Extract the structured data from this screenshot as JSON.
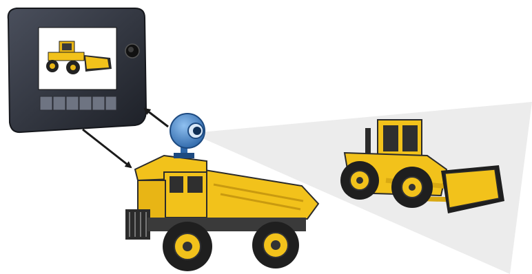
{
  "diagram": {
    "elements": [
      {
        "id": "display-monitor",
        "kind": "in-cab display screen showing bulldozer feed",
        "icon": "monitor-icon"
      },
      {
        "id": "display-screen",
        "kind": "live camera image",
        "icon": "bulldozer-icon"
      },
      {
        "id": "monitor-buttons",
        "kind": "row of six soft keys",
        "count": 6
      },
      {
        "id": "monitor-knob",
        "kind": "rotary control knob",
        "icon": "knob-icon"
      },
      {
        "id": "camera",
        "kind": "roof-mounted camera",
        "icon": "camera-icon"
      },
      {
        "id": "camera-view-cone",
        "kind": "camera field of view"
      },
      {
        "id": "dump-truck",
        "kind": "haul truck carrying the camera",
        "icon": "dump-truck-icon"
      },
      {
        "id": "bulldozer",
        "kind": "wheel dozer in camera view",
        "icon": "bulldozer-icon"
      }
    ],
    "connections": [
      {
        "from": "camera",
        "to": "display-monitor",
        "arrow": "to-monitor"
      },
      {
        "from": "display-monitor",
        "to": "dump-truck",
        "arrow": "to-truck"
      }
    ],
    "colors": {
      "machine_yellow": "#f2c21b",
      "machine_dark": "#2b2b2b",
      "monitor_body": "#2e323c",
      "camera_blue": "#3f7fc6",
      "view_cone": "#ececec",
      "arrow": "#1a1a1a"
    }
  }
}
